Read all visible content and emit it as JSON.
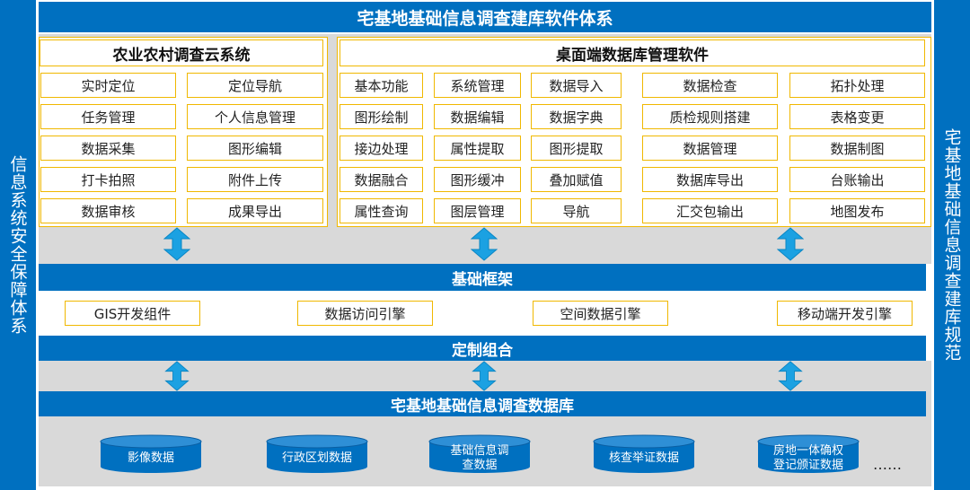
{
  "top_title": "宅基地基础信息调查建库软件体系",
  "left_side": "信息系统安全保障体系",
  "right_side": "宅基地基础信息调查建库规范",
  "cloud_system": {
    "title": "农业农村调查云系统",
    "items": [
      "实时定位",
      "定位导航",
      "任务管理",
      "个人信息管理",
      "数据采集",
      "图形编辑",
      "打卡拍照",
      "附件上传",
      "数据审核",
      "成果导出"
    ]
  },
  "desktop_software": {
    "title": "桌面端数据库管理软件",
    "columns": [
      [
        "基本功能",
        "图形绘制",
        "接边处理",
        "数据融合",
        "属性查询"
      ],
      [
        "系统管理",
        "数据编辑",
        "属性提取",
        "图形缓冲",
        "图层管理"
      ],
      [
        "数据导入",
        "数据字典",
        "图形提取",
        "叠加赋值",
        "导航"
      ],
      [
        "数据检查",
        "质检规则搭建",
        "数据管理",
        "数据库导出",
        "汇交包输出"
      ],
      [
        "拓扑处理",
        "表格变更",
        "数据制图",
        "台账输出",
        "地图发布"
      ]
    ]
  },
  "framework": {
    "title": "基础框架",
    "items": [
      "GIS开发组件",
      "数据访问引擎",
      "空间数据引擎",
      "移动端开发引擎"
    ]
  },
  "custom": {
    "title": "定制组合"
  },
  "database": {
    "title": "宅基地基础信息调查数据库",
    "items": [
      "影像数据",
      "行政区划数据",
      "基础信息调查数据",
      "核查举证数据",
      "房地一体确权登记颁证数据"
    ],
    "ellipsis": "……"
  },
  "colors": {
    "primary": "#0070c0",
    "border": "#f0b800",
    "band": "#d9d9d9",
    "arrow": "#1ba1e2"
  }
}
